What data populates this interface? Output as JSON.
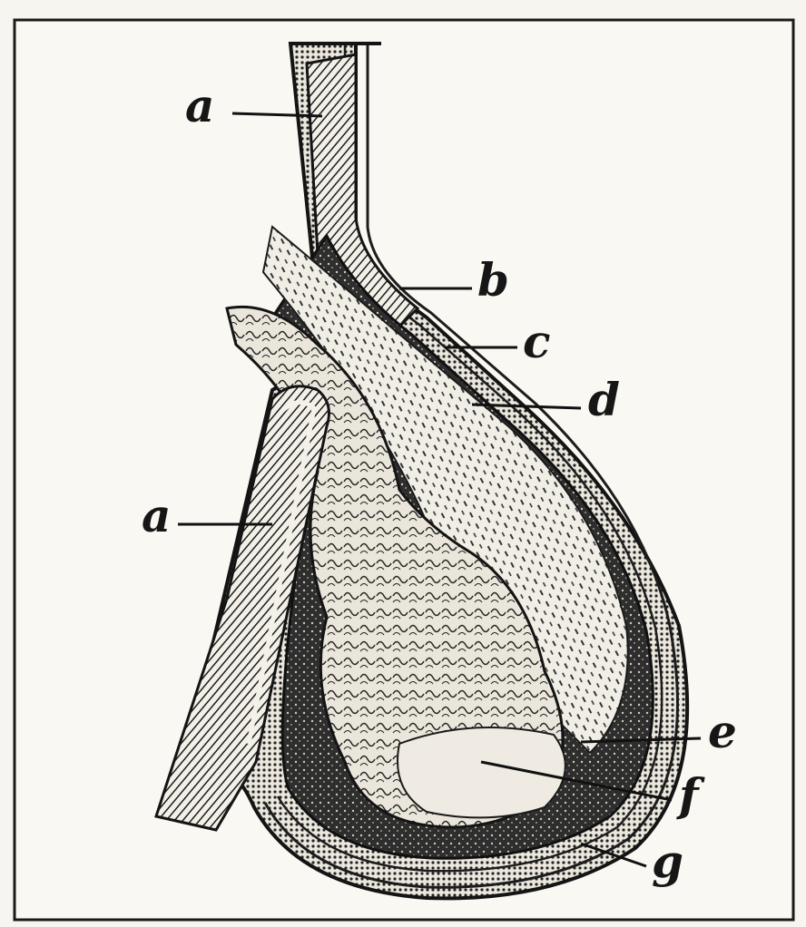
{
  "labels": {
    "a_top": "a",
    "a_left": "a",
    "b": "b",
    "c": "c",
    "d": "d",
    "e": "e",
    "f": "f",
    "g": "g"
  }
}
